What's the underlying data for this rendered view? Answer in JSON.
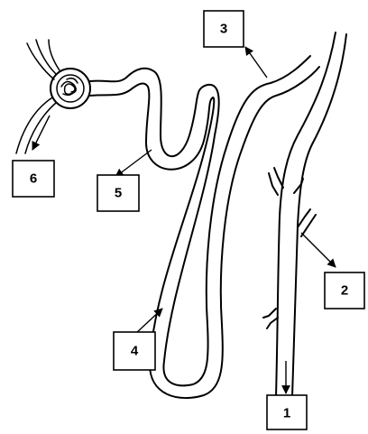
{
  "diagram": {
    "labels": {
      "l1": "1",
      "l2": "2",
      "l3": "3",
      "l4": "4",
      "l5": "5",
      "l6": "6"
    },
    "stroke_color": "#000000",
    "background_color": "#ffffff"
  }
}
